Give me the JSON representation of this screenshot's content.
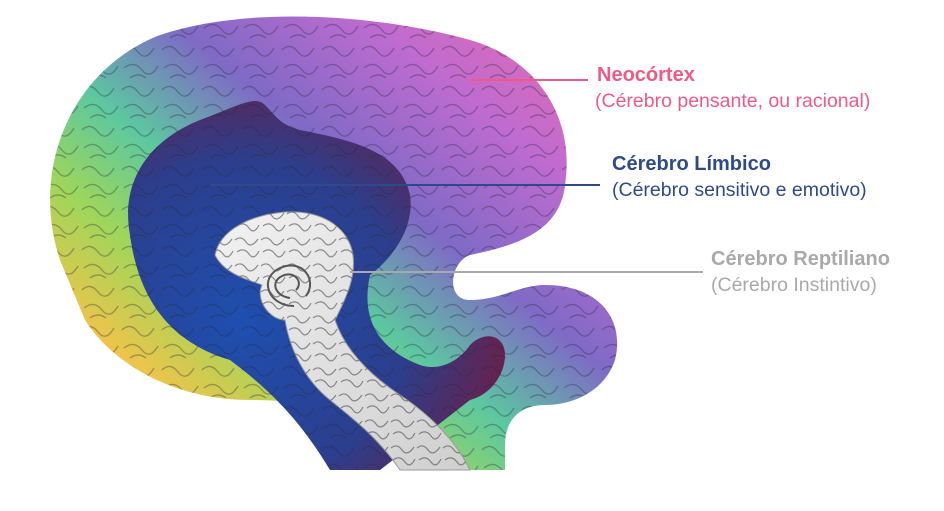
{
  "colors": {
    "neocortex": "#ee5a86",
    "limbic": "#2e4a8c",
    "reptilian": "#a9a9a9",
    "background": "#ffffff"
  },
  "labels": {
    "neocortex": {
      "title": "Neocórtex",
      "subtitle": "(Cérebro pensante, ou racional)"
    },
    "limbic": {
      "title": "Cérebro Límbico",
      "subtitle": "(Cérebro sensitivo e emotivo)"
    },
    "reptilian": {
      "title": "Cérebro Reptiliano",
      "subtitle": "(Cérebro Instintivo)"
    }
  }
}
